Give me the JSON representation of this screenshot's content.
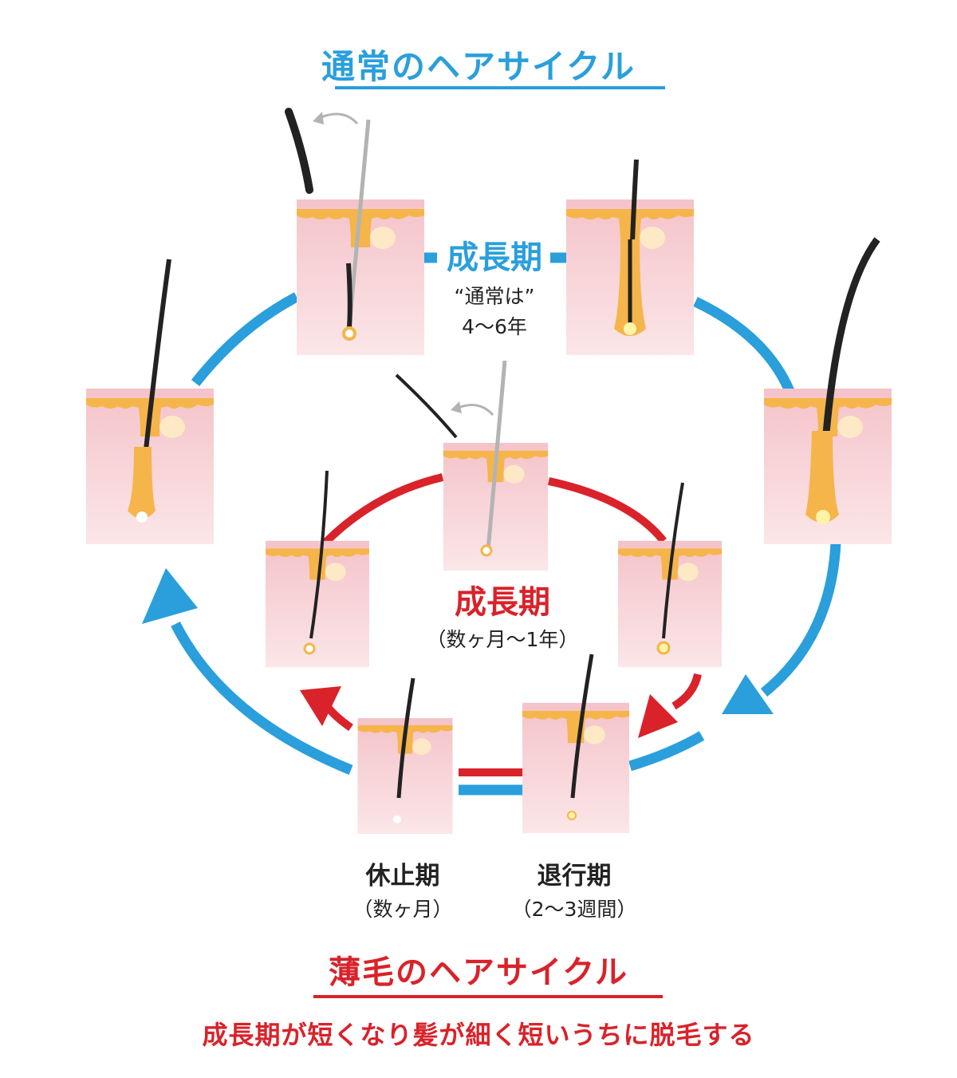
{
  "titles": {
    "normal_cycle": "通常のヘアサイクル",
    "thinning_cycle": "薄毛のヘアサイクル",
    "thinning_note": "成長期が短くなり髪が細く短いうちに脱毛する"
  },
  "labels": {
    "normal_growth": {
      "head": "成長期",
      "line1": "“通常は”",
      "line2": "4〜6年"
    },
    "thin_growth": {
      "head": "成長期",
      "line1": "（数ヶ月〜1年）"
    },
    "resting": {
      "head": "休止期",
      "line1": "（数ヶ月）"
    },
    "regression": {
      "head": "退行期",
      "line1": "（2〜3週間）"
    }
  },
  "colors": {
    "normal_cycle": "#2a9fdc",
    "thinning_cycle": "#d9222a",
    "skin": "#f7cfd3",
    "fat_layer": "#f5b54a",
    "hair": "#222222",
    "shed_hair_guide": "#b3b3b3"
  }
}
